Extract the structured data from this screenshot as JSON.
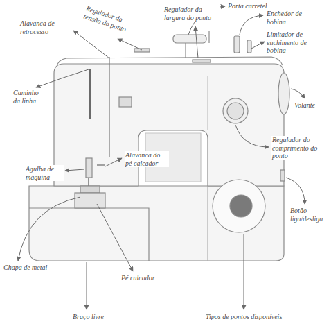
{
  "diagram": {
    "labels": [
      "Alavanca de retrocesso",
      "Regulador da tensão do ponto",
      "Regulador da largura do ponto",
      "Porta carretel",
      "Enchedor de bobina",
      "Limitador de enchimento de bobina",
      "Caminho da linha",
      "Volante",
      "Regulador do comprimento do ponto",
      "Alavanca do pé calcador",
      "Agulha de máquina",
      "Botão liga/desliga",
      "Chapa de metal",
      "Pé calcador",
      "Braço livre",
      "Tipos de pontos disponíveis"
    ]
  }
}
